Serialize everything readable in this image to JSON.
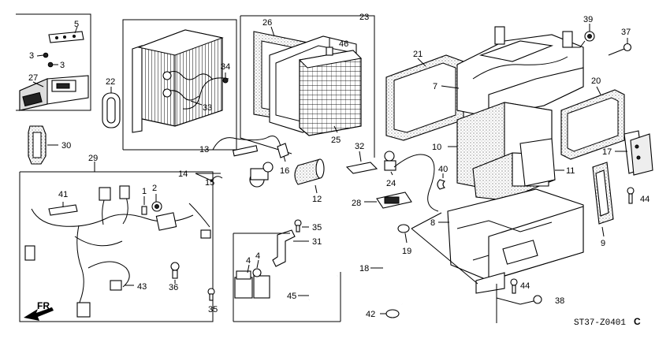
{
  "diagram": {
    "callouts": [
      {
        "id": "c1",
        "label": "1"
      },
      {
        "id": "c2",
        "label": "2"
      },
      {
        "id": "c3a",
        "label": "3"
      },
      {
        "id": "c3b",
        "label": "3"
      },
      {
        "id": "c4a",
        "label": "4"
      },
      {
        "id": "c4b",
        "label": "4"
      },
      {
        "id": "c5",
        "label": "5"
      },
      {
        "id": "c7",
        "label": "7"
      },
      {
        "id": "c8",
        "label": "8"
      },
      {
        "id": "c9",
        "label": "9"
      },
      {
        "id": "c10",
        "label": "10"
      },
      {
        "id": "c11",
        "label": "11"
      },
      {
        "id": "c12",
        "label": "12"
      },
      {
        "id": "c13",
        "label": "13"
      },
      {
        "id": "c14",
        "label": "14"
      },
      {
        "id": "c15",
        "label": "15"
      },
      {
        "id": "c16",
        "label": "16"
      },
      {
        "id": "c17",
        "label": "17"
      },
      {
        "id": "c18",
        "label": "18"
      },
      {
        "id": "c19",
        "label": "19"
      },
      {
        "id": "c20",
        "label": "20"
      },
      {
        "id": "c21",
        "label": "21"
      },
      {
        "id": "c22",
        "label": "22"
      },
      {
        "id": "c23",
        "label": "23"
      },
      {
        "id": "c24",
        "label": "24"
      },
      {
        "id": "c25",
        "label": "25"
      },
      {
        "id": "c26",
        "label": "26"
      },
      {
        "id": "c27",
        "label": "27"
      },
      {
        "id": "c28",
        "label": "28"
      },
      {
        "id": "c29",
        "label": "29"
      },
      {
        "id": "c30",
        "label": "30"
      },
      {
        "id": "c31",
        "label": "31"
      },
      {
        "id": "c32",
        "label": "32"
      },
      {
        "id": "c33",
        "label": "33"
      },
      {
        "id": "c34",
        "label": "34"
      },
      {
        "id": "c35a",
        "label": "35"
      },
      {
        "id": "c35b",
        "label": "35"
      },
      {
        "id": "c36",
        "label": "36"
      },
      {
        "id": "c37",
        "label": "37"
      },
      {
        "id": "c38",
        "label": "38"
      },
      {
        "id": "c39",
        "label": "39"
      },
      {
        "id": "c40",
        "label": "40"
      },
      {
        "id": "c41",
        "label": "41"
      },
      {
        "id": "c42",
        "label": "42"
      },
      {
        "id": "c43",
        "label": "43"
      },
      {
        "id": "c44a",
        "label": "44"
      },
      {
        "id": "c44b",
        "label": "44"
      },
      {
        "id": "c45",
        "label": "45"
      },
      {
        "id": "c46",
        "label": "46"
      }
    ],
    "direction_label": "FR.",
    "diagram_code": "ST37-Z0401",
    "diagram_code_suffix": "C"
  }
}
